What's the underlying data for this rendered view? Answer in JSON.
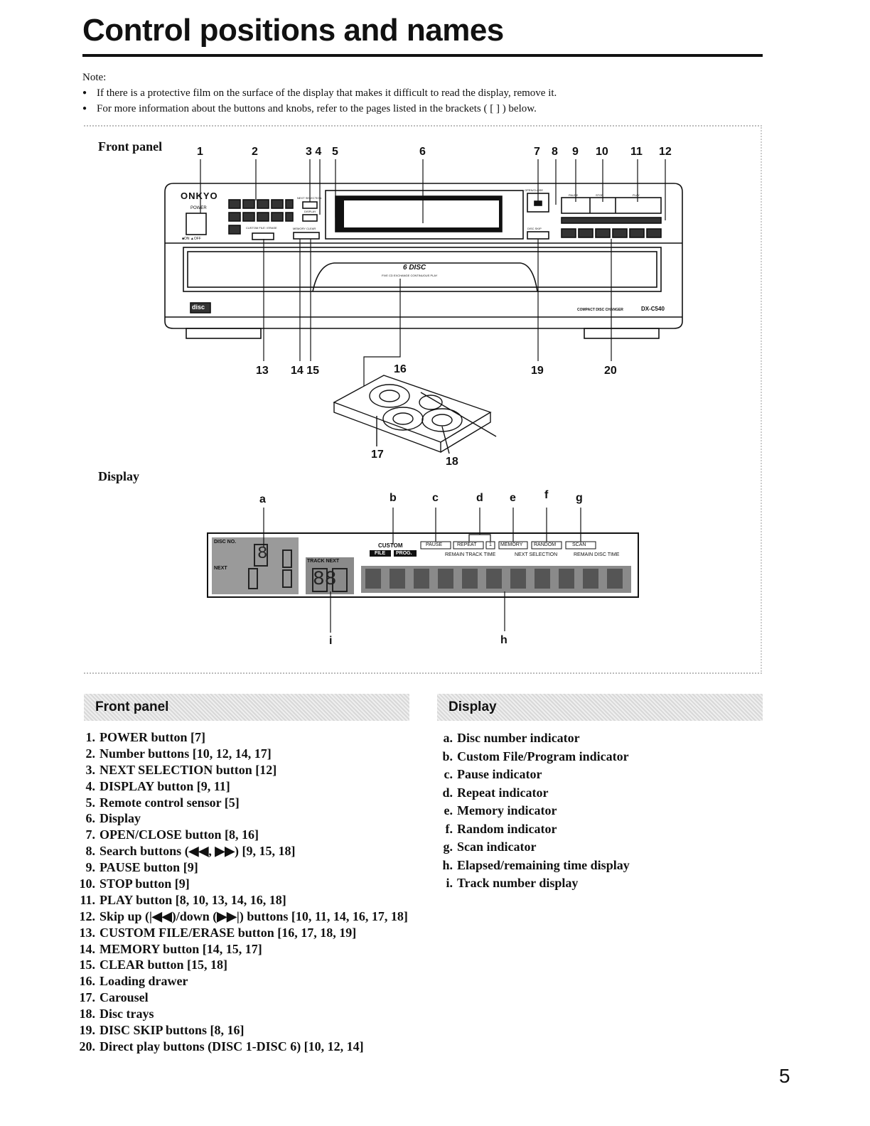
{
  "title": "Control positions and names",
  "note": {
    "label": "Note:",
    "items": [
      "If there is a protective film on the surface of the display that makes it difficult to read the display, remove it.",
      "For more information about the buttons and knobs, refer to the pages listed in the brackets ( [  ] ) below."
    ]
  },
  "figure": {
    "front_panel_label": "Front panel",
    "display_label": "Display",
    "top_callouts": [
      "1",
      "2",
      "3 4",
      "5",
      "6",
      "7",
      "8",
      "9",
      "10",
      "11",
      "12"
    ],
    "bottom_callouts": [
      "13",
      "14 15",
      "16",
      "19",
      "20"
    ],
    "drawer_callouts": [
      "17",
      "18"
    ],
    "display_callouts": [
      "a",
      "b",
      "c",
      "d",
      "e",
      "f",
      "g",
      "h",
      "i"
    ],
    "device": {
      "brand": "ONKYO",
      "power_label": "POWER",
      "onoff_label": "■ON ▲OFF",
      "next_select_label": "NEXT SELECTION",
      "display_btn_label": "DISPLAY",
      "custom_label": "CUSTOM FILE / ERASE",
      "memory_clear_label": "MEMORY  CLEAR",
      "open_close_label": "OPEN/CLOSE",
      "pause_label": "PAUSE",
      "stop_label": "STOP",
      "play_label": "PLAY",
      "disc_skip_label": "DISC SKIP",
      "six_disc": "6 DISC",
      "six_disc_sub": "FIVE CD EXCHANGE CONTINUOUS PLAY",
      "disc_logo": "disc",
      "model_text": "COMPACT DISC CHANGER",
      "model": "DX-C540"
    },
    "lcd": {
      "disc_no": "DISC NO.",
      "next": "NEXT",
      "track_next": "TRACK NEXT",
      "custom": "CUSTOM",
      "file": "FILE",
      "proc": "PROG.",
      "pause": "PAUSE",
      "repeat": "REPEAT",
      "one": "1",
      "memory": "MEMORY",
      "random": "RANDOM",
      "scan": "SCAN",
      "remain_track_time": "REMAIN  TRACK  TIME",
      "next_selection": "NEXT  SELECTION",
      "remain_disc_time": "REMAIN  DISC TIME",
      "big_digit": "8",
      "seg_digits": "88"
    }
  },
  "front_panel": {
    "heading": "Front panel",
    "items": [
      {
        "num": "1.",
        "text": "POWER button [7]"
      },
      {
        "num": "2.",
        "text": "Number buttons [10, 12, 14, 17]"
      },
      {
        "num": "3.",
        "text": "NEXT SELECTION button [12]"
      },
      {
        "num": "4.",
        "text": "DISPLAY button [9, 11]"
      },
      {
        "num": "5.",
        "text": "Remote control sensor [5]"
      },
      {
        "num": "6.",
        "text": "Display"
      },
      {
        "num": "7.",
        "text": "OPEN/CLOSE button [8, 16]"
      },
      {
        "num": "8.",
        "text": "Search buttons (◀◀, ▶▶) [9, 15, 18]"
      },
      {
        "num": "9.",
        "text": "PAUSE button [9]"
      },
      {
        "num": "10.",
        "text": "STOP button [9]"
      },
      {
        "num": "11.",
        "text": "PLAY button [8, 10, 13, 14, 16, 18]"
      },
      {
        "num": "12.",
        "text": "Skip up (|◀◀)/down (▶▶|) buttons [10, 11, 14, 16, 17, 18]"
      },
      {
        "num": "13.",
        "text": "CUSTOM FILE/ERASE  button [16, 17, 18, 19]"
      },
      {
        "num": "14.",
        "text": "MEMORY button [14, 15, 17]"
      },
      {
        "num": "15.",
        "text": "CLEAR button [15, 18]"
      },
      {
        "num": "16.",
        "text": "Loading drawer"
      },
      {
        "num": "17.",
        "text": "Carousel"
      },
      {
        "num": "18.",
        "text": "Disc trays"
      },
      {
        "num": "19.",
        "text": "DISC SKIP buttons [8, 16]"
      },
      {
        "num": "20.",
        "text": "Direct play buttons (DISC 1-DISC 6) [10, 12, 14]"
      }
    ]
  },
  "display_section": {
    "heading": "Display",
    "items": [
      {
        "num": "a.",
        "text": "Disc number indicator"
      },
      {
        "num": "b.",
        "text": "Custom File/Program indicator"
      },
      {
        "num": "c.",
        "text": "Pause indicator"
      },
      {
        "num": "d.",
        "text": "Repeat indicator"
      },
      {
        "num": "e.",
        "text": "Memory indicator"
      },
      {
        "num": "f.",
        "text": "Random indicator"
      },
      {
        "num": "g.",
        "text": "Scan indicator"
      },
      {
        "num": "h.",
        "text": "Elapsed/remaining time display"
      },
      {
        "num": "i.",
        "text": "Track number display"
      }
    ]
  },
  "page_number": "5"
}
